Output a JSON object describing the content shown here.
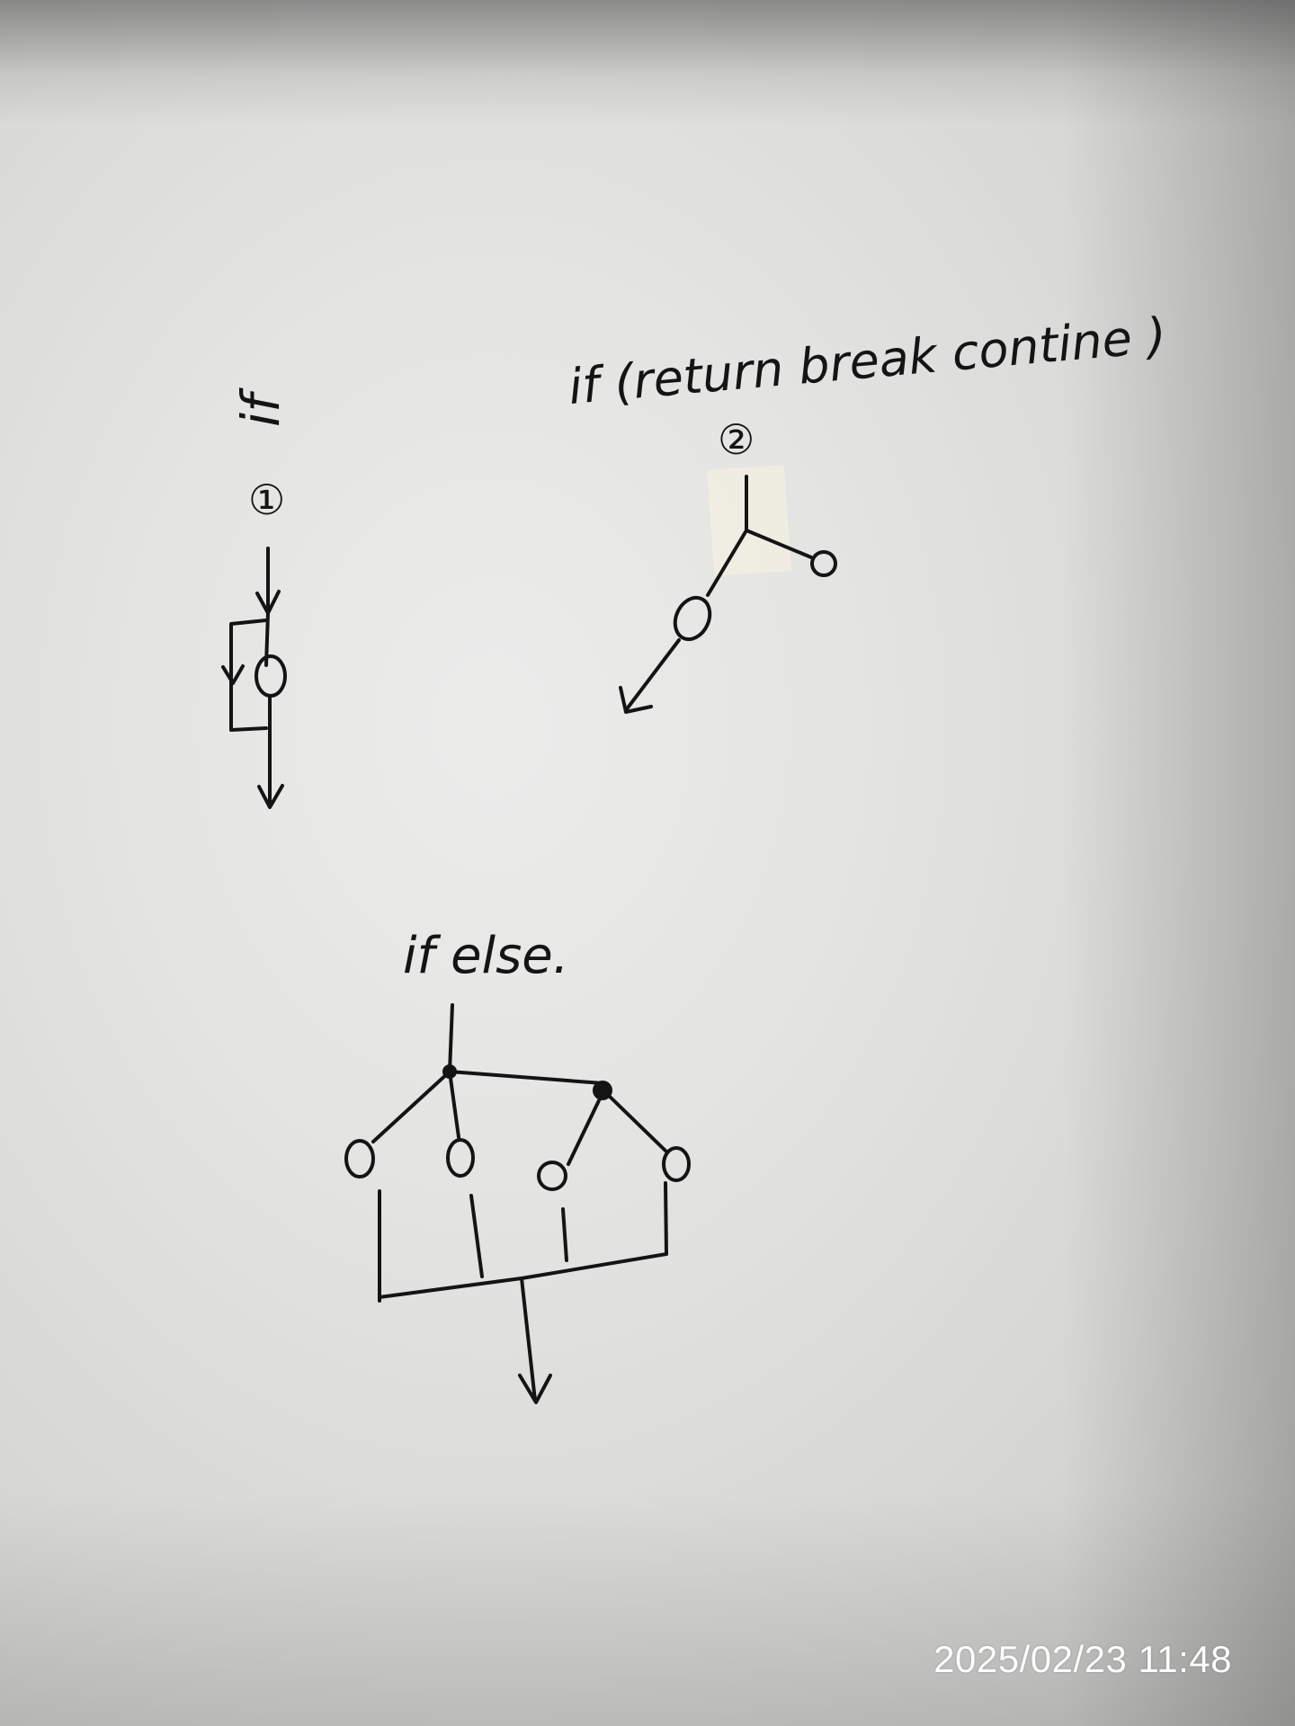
{
  "labels": {
    "if": "if",
    "marker_one": "①",
    "marker_two": "②",
    "if_jump": "if (return break contine )",
    "if_else": "if else."
  },
  "timestamp": "2025/02/23 11:48",
  "colors": {
    "ink": "#141414",
    "paper": "#e6e6e4",
    "tape": "#f1efe2",
    "stamp": "#ffffff"
  }
}
